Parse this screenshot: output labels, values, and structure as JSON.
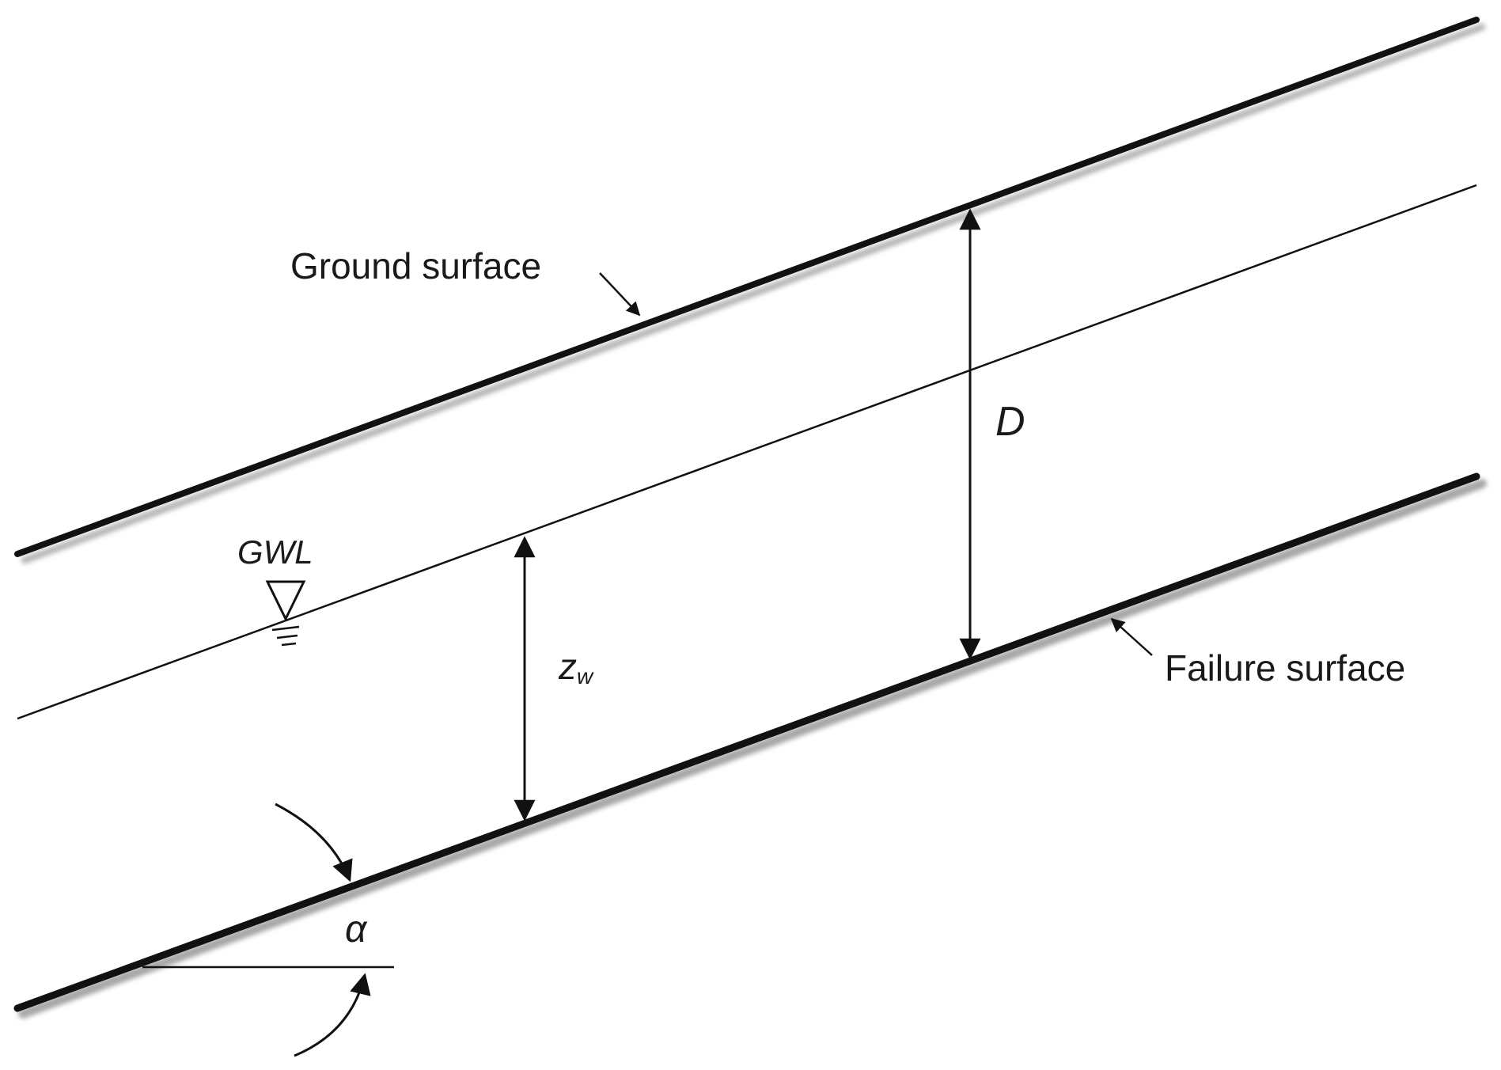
{
  "labels": {
    "ground_surface": "Ground surface",
    "failure_surface": "Failure surface",
    "gwl": "GWL",
    "depth": "D",
    "water_depth_main": "z",
    "water_depth_sub": "w",
    "slope_angle": "α"
  },
  "colors": {
    "line": "#111111",
    "shadow": "#9a9a9a",
    "background": "#ffffff"
  }
}
